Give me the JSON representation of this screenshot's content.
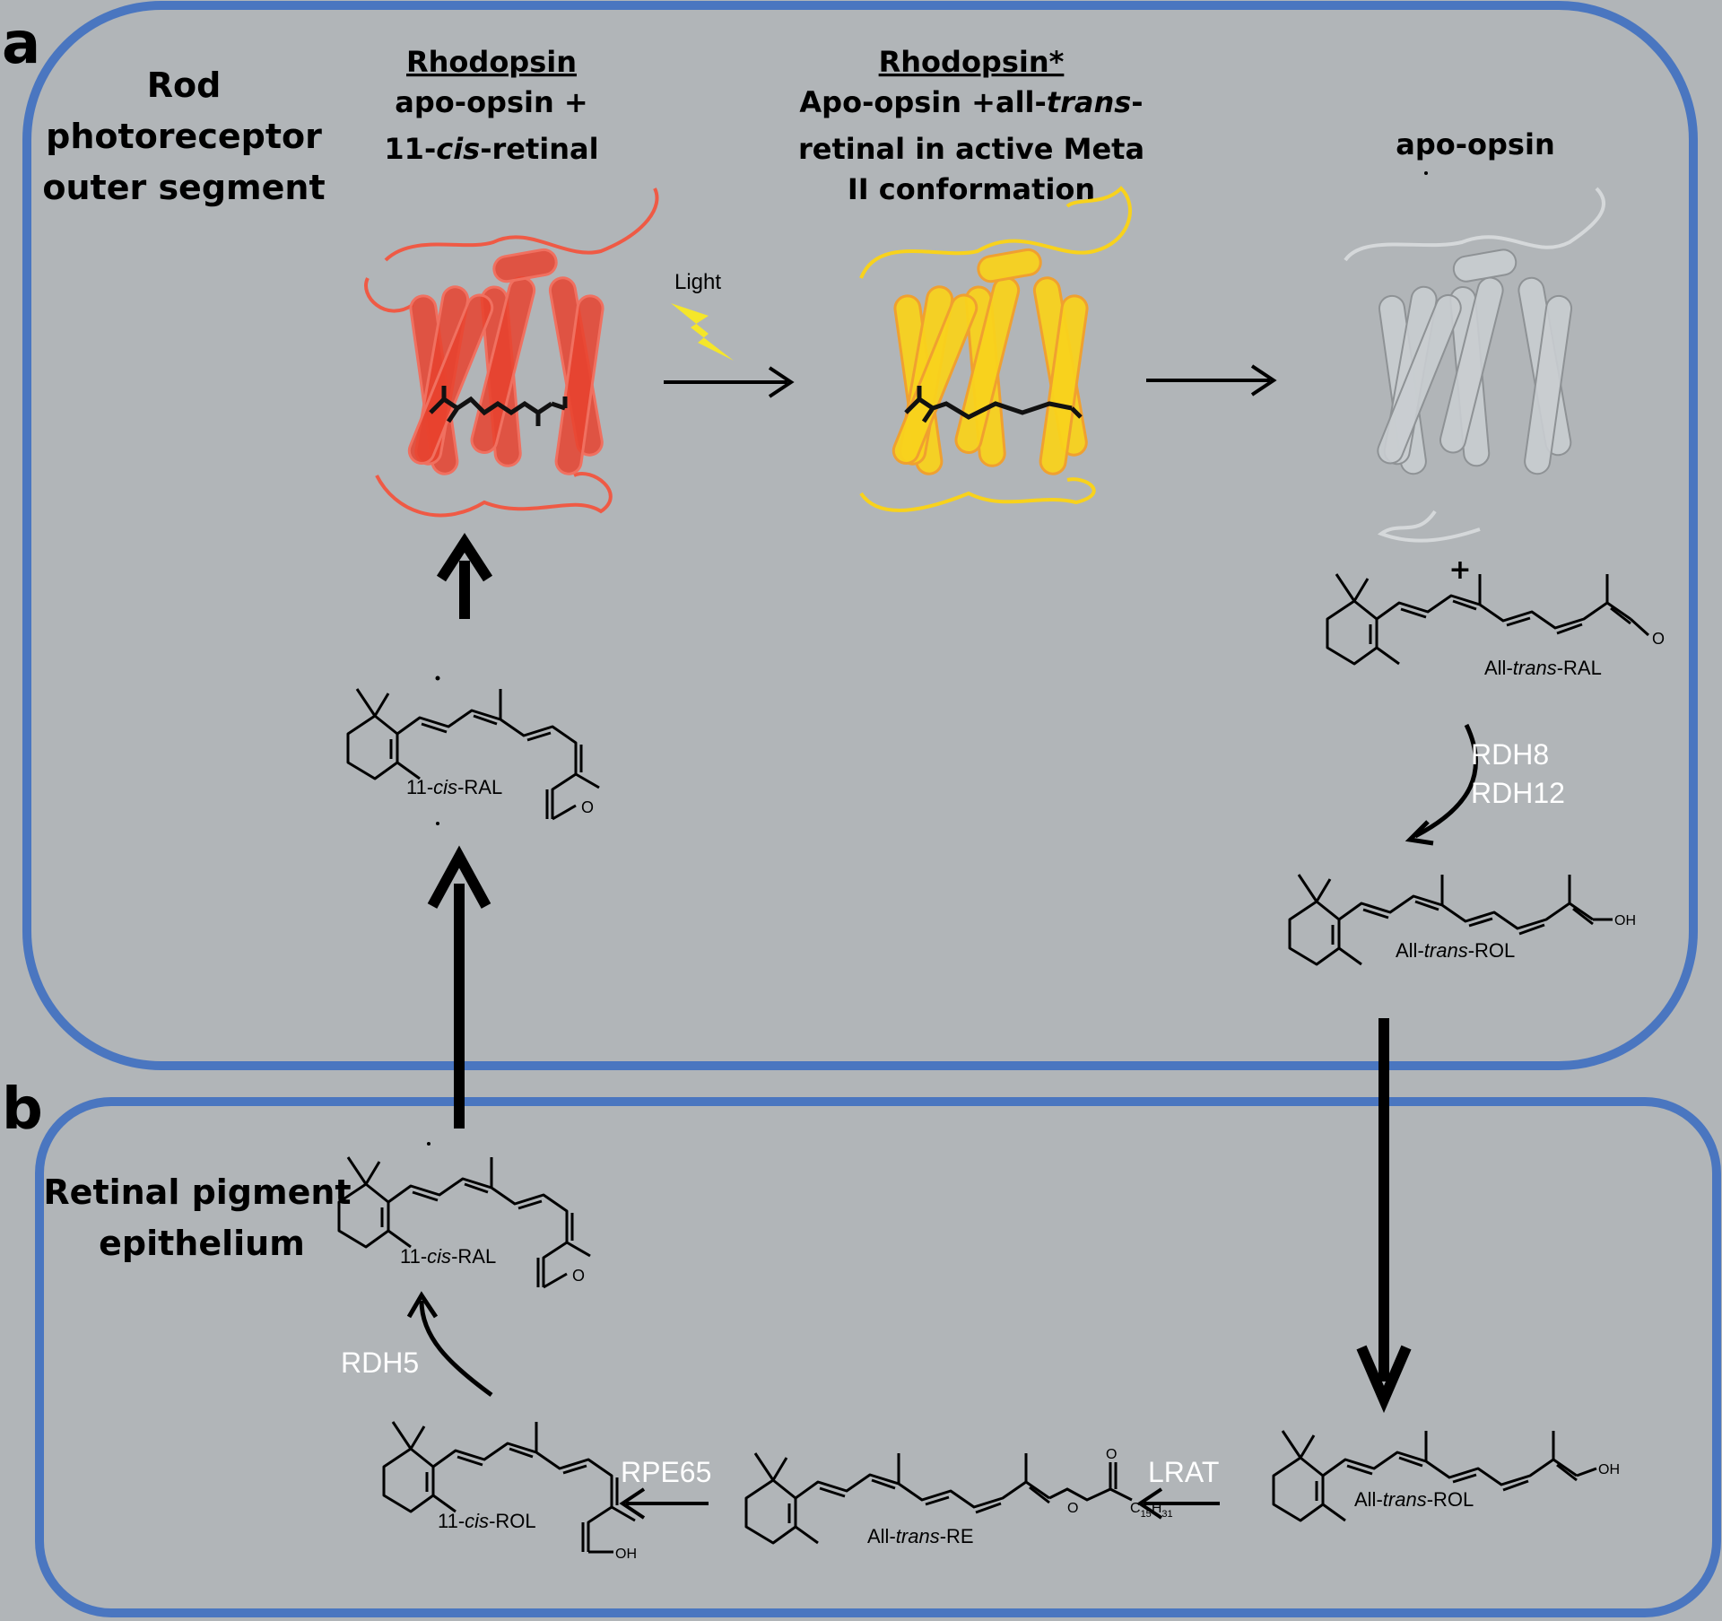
{
  "panels": {
    "a": {
      "letter": "a",
      "region": [
        "Rod",
        "photoreceptor",
        "outer segment"
      ],
      "rhodopsin": {
        "title": "Rhodopsin",
        "l1": "apo-opsin +",
        "l2_pre": "11-",
        "l2_it": "cis",
        "l2_post": "-retinal"
      },
      "meta": {
        "title": "Rhodopsin*",
        "l1_pre": "Apo-opsin +all-",
        "l1_it": "trans",
        "l1_post": "-",
        "l2": "retinal  in active Meta",
        "l3": "II conformation"
      },
      "apo": {
        "title": "apo-opsin"
      },
      "light": "Light",
      "plus": "+",
      "enzymes": {
        "rdh8": "RDH8",
        "rdh12": "RDH12"
      }
    },
    "b": {
      "letter": "b",
      "region": [
        "Retinal pigment",
        "epithelium"
      ],
      "enzymes": {
        "rdh5": "RDH5",
        "rpe65": "RPE65",
        "lrat": "LRAT"
      }
    }
  },
  "molecules": {
    "cis_ral_a": {
      "pre": "11-",
      "it": "cis",
      "post": "-RAL",
      "end": "O"
    },
    "trans_ral": {
      "pre": "All-",
      "it": "trans",
      "post": "-RAL",
      "end": "O"
    },
    "trans_rol_a": {
      "pre": "All-",
      "it": "trans",
      "post": "-ROL",
      "end": "OH"
    },
    "cis_ral_b": {
      "pre": "11-",
      "it": "cis",
      "post": "-RAL",
      "end": "O"
    },
    "trans_rol_b": {
      "pre": "All-",
      "it": "trans",
      "post": "-ROL",
      "end": "OH"
    },
    "trans_re": {
      "pre": "All-",
      "it": "trans",
      "post": "-RE",
      "ester_o1": "O",
      "ester_o2": "O",
      "acyl_c": "C",
      "acyl_c_sub": "15",
      "acyl_h": "H",
      "acyl_h_sub": "31"
    },
    "cis_rol": {
      "pre": "11-",
      "it": "cis",
      "post": "-ROL",
      "end": "OH"
    }
  },
  "colors": {
    "background": "#b1b5b8",
    "border": "#4a76c0",
    "rhodopsin": "#e8422e",
    "meta": "#f8d21c",
    "opsin": "#c9cdd0",
    "light": "#f5e62a",
    "enzyme_text": "#ffffff",
    "arrow": "#000000"
  }
}
